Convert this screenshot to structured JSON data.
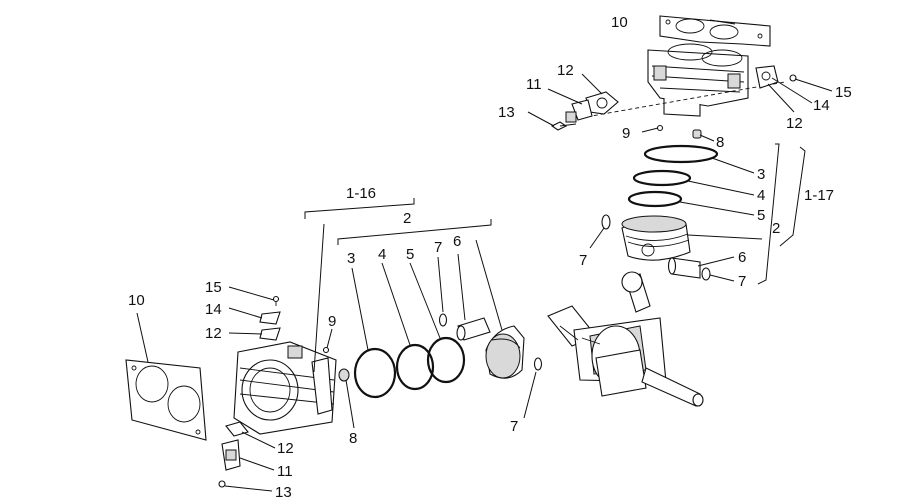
{
  "callouts": {
    "top_gasket": "10",
    "top_flange_12": "12",
    "top_tensioner_11": "11",
    "top_screw_13": "13",
    "top_pin_9": "9",
    "top_dowel_8": "8",
    "top_screw_15": "15",
    "top_gasket_14": "14",
    "top_gasket_12b": "12",
    "top_ring_3": "3",
    "top_ring_4": "4",
    "top_ring_5": "5",
    "top_group_2": "2",
    "top_group_1_17": "1-17",
    "top_clip_7a": "7",
    "top_pin_6": "6",
    "top_clip_7b": "7",
    "left_gasket_10": "10",
    "left_screw_15": "15",
    "left_gasket_14": "14",
    "left_gasket_12": "12",
    "left_pin_9": "9",
    "left_group_1_16": "1-16",
    "left_group_2": "2",
    "left_ring_3": "3",
    "left_ring_4": "4",
    "left_ring_5": "5",
    "left_clip_7a": "7",
    "left_pin_6": "6",
    "left_dowel_8": "8",
    "left_flange_12": "12",
    "left_tensioner_11": "11",
    "left_screw_13": "13",
    "left_clip_7b": "7"
  },
  "icons": {
    "crankshaft": "crankshaft-illustration",
    "cylinder": "cylinder-illustration",
    "piston": "piston-illustration"
  }
}
